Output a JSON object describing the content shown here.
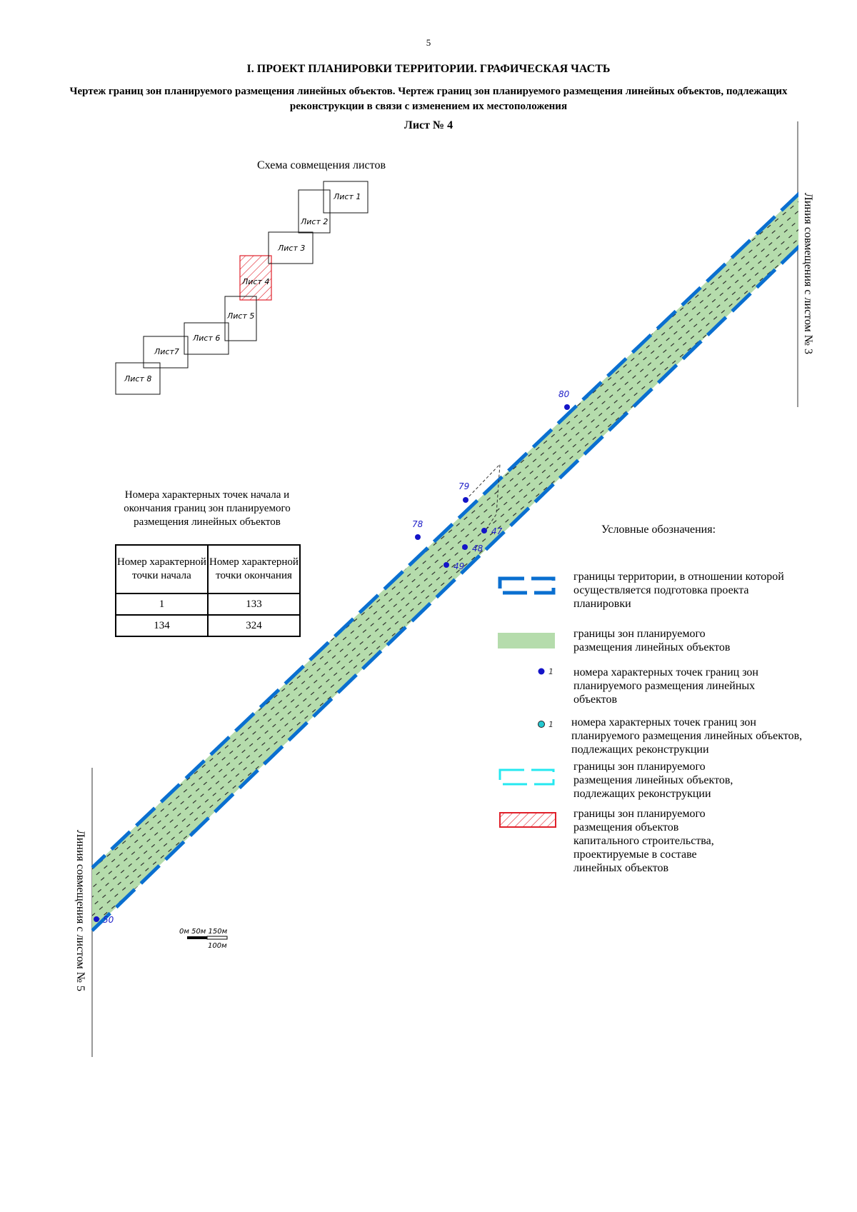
{
  "header": {
    "page_number": "5",
    "title": "I. ПРОЕКТ ПЛАНИРОВКИ ТЕРРИТОРИИ. ГРАФИЧЕСКАЯ ЧАСТЬ",
    "subtitle": "Чертеж границ зон планируемого размещения линейных объектов. Чертеж границ зон планируемого размещения линейных объектов, подлежащих реконструкции в связи с изменением их местоположения",
    "sheet_label": "Лист № 4"
  },
  "schema": {
    "title": "Схема совмещения листов",
    "sheets": [
      "Лист 1",
      "Лист 2",
      "Лист 3",
      "Лист 4",
      "Лист 5",
      "Лист 6",
      "Лист7",
      "Лист 8"
    ],
    "current_sheet": "Лист 4"
  },
  "points_table": {
    "caption": "Номера характерных точек начала и окончания границ зон планируемого размещения линейных объектов",
    "headers": [
      "Номер характерной точки начала",
      "Номер характерной точки окончания"
    ],
    "rows": [
      [
        "1",
        "133"
      ],
      [
        "134",
        "324"
      ]
    ]
  },
  "map": {
    "match_line_top_right": "Линия совмещения с листом № 3",
    "match_line_bottom_left": "Линия совмещения с листом № 5",
    "point_labels": [
      "80",
      "79",
      "78",
      "47",
      "48",
      "49",
      "50"
    ],
    "scale": {
      "top": "0м  50м     150м",
      "bottom": "100м"
    }
  },
  "legend": {
    "heading": "Условные обозначения:",
    "items": [
      {
        "icon": "blue-dashed-rect-icon",
        "text": "границы территории, в отношении которой осуществляется подготовка проекта планировки"
      },
      {
        "icon": "green-fill-rect-icon",
        "text": "границы зон планируемого размещения линейных объектов"
      },
      {
        "icon": "blue-dot-icon",
        "sample": "1",
        "text": "номера характерных точек границ зон планируемого размещения линейных объектов"
      },
      {
        "icon": "cyan-dot-icon",
        "sample": "1",
        "text": "номера характерных точек границ зон планируемого размещения линейных объектов, подлежащих реконструкции"
      },
      {
        "icon": "cyan-dashed-rect-icon",
        "text": "границы зон планируемого размещения линейных объектов, подлежащих реконструкции"
      },
      {
        "icon": "red-hatched-rect-icon",
        "text": "границы зон планируемого размещения объектов капитального строительства, проектируемые в составе линейных объектов"
      }
    ]
  },
  "colors": {
    "territory_border": "#0a6fd0",
    "zone_fill": "#b5dcac",
    "point_dot": "#1414c8",
    "point_label": "#2020c8",
    "reconstruction_border": "#25e8f0",
    "capital_border": "#e0202a"
  }
}
